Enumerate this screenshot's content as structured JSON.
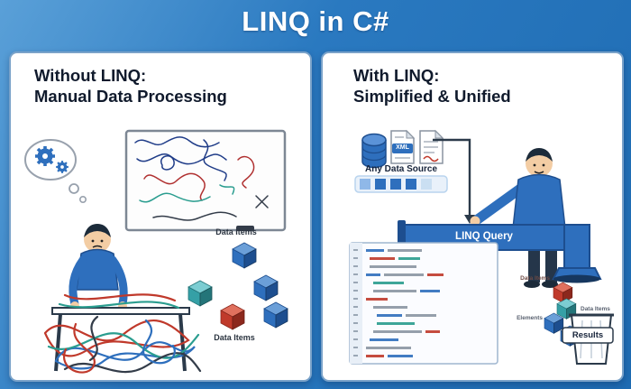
{
  "title": "LINQ in C#",
  "left_panel": {
    "heading_line1": "Without LINQ:",
    "heading_line2": "Manual Data Processing",
    "label_data_items_top": "Data Items",
    "label_data_items_bottom": "Data Items"
  },
  "right_panel": {
    "heading_line1": "With LINQ:",
    "heading_line2": "Simplified & Unified",
    "xml_badge": "XML",
    "sources_label": "Any Data Source",
    "pipe_label": "LINQ Query",
    "label_data_items_a": "Data Items",
    "label_elements": "Elements",
    "label_data_items_b": "Data Items",
    "results_label": "Results"
  },
  "colors": {
    "background_blue": "#2a79c0",
    "accent_blue": "#2e6fbd",
    "dark_navy": "#1d4e8f",
    "teal": "#2a9d8f",
    "red": "#c0392b",
    "heading_text": "#101a2c",
    "panel_white": "#ffffff"
  },
  "icons": [
    "gear-icon",
    "thought-bubble-icon",
    "whiteboard-icon",
    "database-icon",
    "xml-file-icon",
    "document-file-icon",
    "arrow-down-icon",
    "pipe-funnel-icon",
    "data-cube-icon",
    "results-bin-icon"
  ]
}
